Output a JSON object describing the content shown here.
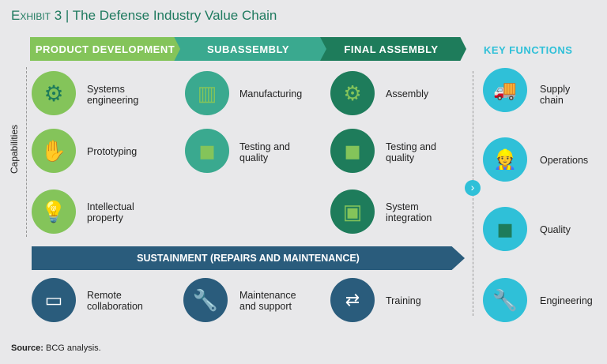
{
  "title": {
    "exhibit": "Exhibit 3",
    "text": "The Defense Industry Value Chain"
  },
  "stages": [
    "PRODUCT DEVELOPMENT",
    "SUBASSEMBLY",
    "FINAL ASSEMBLY"
  ],
  "key_functions_title": "KEY FUNCTIONS",
  "side_label": "Capabilities",
  "capabilities": {
    "product_development": [
      "Systems engineering",
      "Prototyping",
      "Intellectual property"
    ],
    "subassembly": [
      "Manufacturing",
      "Testing and quality"
    ],
    "final_assembly": [
      "Assembly",
      "Testing and quality",
      "System integration"
    ]
  },
  "sustainment": {
    "title": "SUSTAINMENT (REPAIRS AND MAINTENANCE)",
    "items": [
      "Remote collaboration",
      "Maintenance and support",
      "Training"
    ]
  },
  "key_functions": [
    "Supply chain",
    "Operations",
    "Quality",
    "Engineering"
  ],
  "source": {
    "label": "Source:",
    "text": "BCG analysis."
  },
  "colors": {
    "green": "#84c45a",
    "teal": "#3aa98f",
    "dark_green": "#1e7c5b",
    "navy": "#2a5c7c",
    "cyan": "#2fc0d8"
  }
}
